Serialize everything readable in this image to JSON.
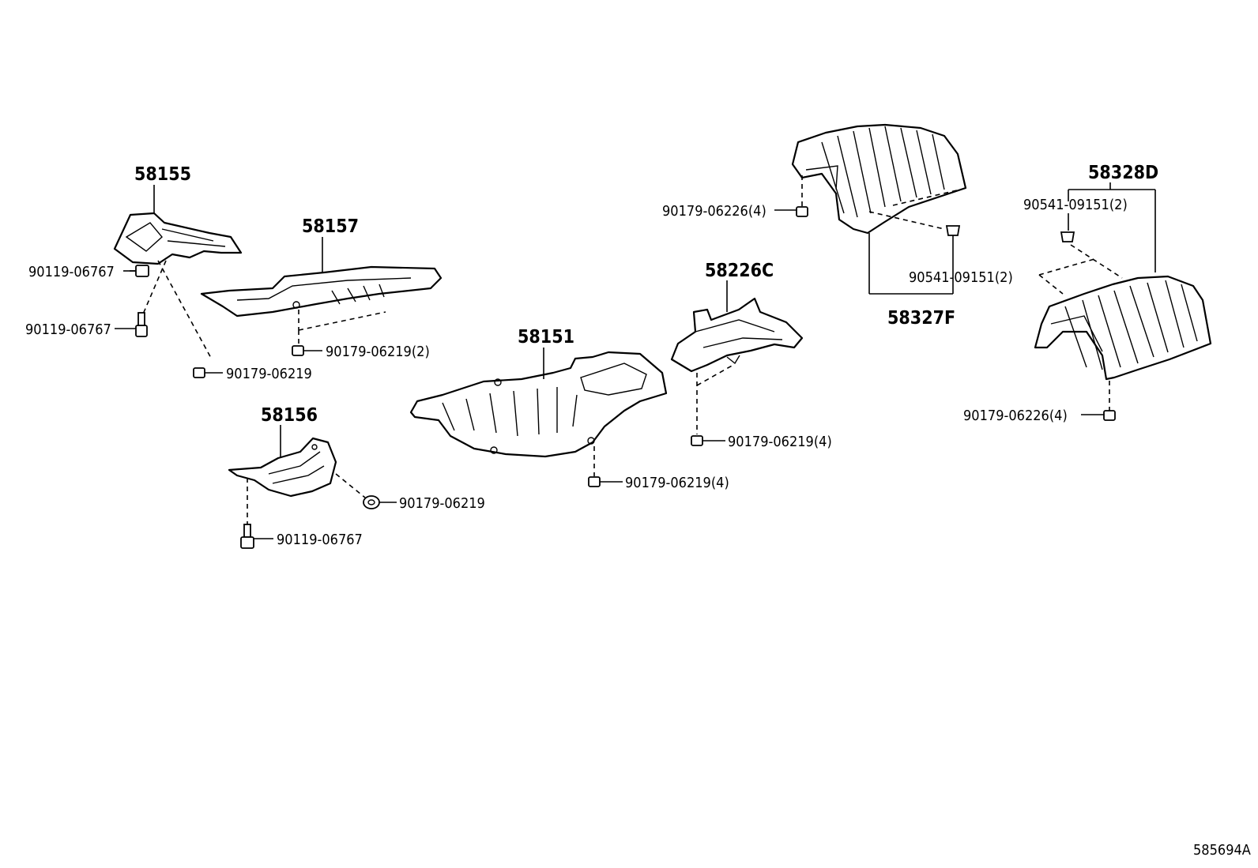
{
  "parts": {
    "p58155": "58155",
    "p58157": "58157",
    "p58156": "58156",
    "p58151": "58151",
    "p58226C": "58226C",
    "p58327F": "58327F",
    "p58328D": "58328D"
  },
  "fasteners": {
    "bolt_a": "90119-06767",
    "bolt_b": "90119-06767",
    "bolt_c": "90119-06767",
    "nut_58155": "90179-06219",
    "nut_58157": "90179-06219(2)",
    "nut_58156": "90179-06219",
    "nut_58151": "90179-06219(4)",
    "nut_58226C": "90179-06219(4)",
    "nut_58327F": "90179-06226(4)",
    "clip_58327F": "90541-09151(2)",
    "clip_58328D": "90541-09151(2)",
    "nut_58328D": "90179-06226(4)"
  },
  "illustration_code": "585694A"
}
